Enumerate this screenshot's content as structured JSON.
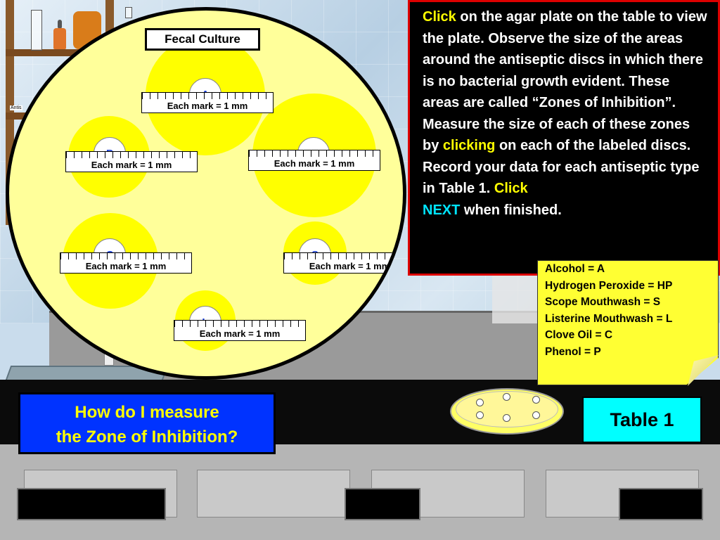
{
  "plate": {
    "title": "Fecal Culture",
    "discs": [
      {
        "id": "A",
        "label": "A"
      },
      {
        "id": "P",
        "label": "P"
      },
      {
        "id": "HP",
        "label": "HP"
      },
      {
        "id": "C",
        "label": "C"
      },
      {
        "id": "S",
        "label": "S"
      },
      {
        "id": "L",
        "label": "L"
      }
    ],
    "ruler_label": "Each mark = 1 mm"
  },
  "instructions": {
    "p1": "Click",
    "p2": " on the agar plate on the table to view the plate. Observe the size of the areas around the antiseptic discs in which there is no bacterial growth evident. These areas are called “Zones of Inhibition”. Measure the size of each of these zones by ",
    "p3": "clicking",
    "p4": " on each of the labeled discs. Record your data for each antiseptic type in Table 1. ",
    "p5": "Click",
    "p6": "NEXT",
    "p7": " when finished."
  },
  "key": {
    "items": [
      "Alcohol = A",
      "Hydrogen Peroxide = HP",
      "Scope Mouthwash = S",
      "Listerine Mouthwash = L",
      "Clove Oil = C",
      "Phenol = P"
    ]
  },
  "buttons": {
    "help_line1": "How do I measure",
    "help_line2": "the Zone of Inhibition?",
    "table": "Table 1"
  },
  "shelf": {
    "label": "Antis"
  },
  "colors": {
    "zone": "#ffff00",
    "plate": "#ffff9a",
    "instructions_bg": "#000000",
    "instructions_border": "#dd0000",
    "highlight_yellow": "#ffff00",
    "highlight_cyan": "#00e5ff",
    "help_button": "#0033ff",
    "table_button": "#00ffff",
    "note": "#ffff33"
  }
}
